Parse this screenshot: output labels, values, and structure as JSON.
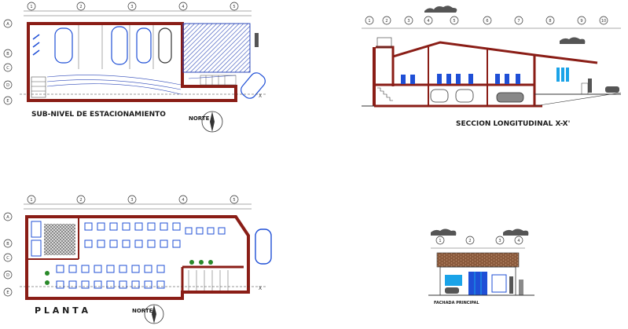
{
  "drawing": {
    "parking_title": "SUB-NIVEL DE ESTACIONAMIENTO",
    "section_title": "SECCION LONGITUDINAL X-X'",
    "plan_title": "P L A N T A",
    "facade_title": "FACHADA PRINCIPAL",
    "north_label": "NORTE",
    "section_marker": "X",
    "row_markers": [
      "A",
      "B",
      "C",
      "D",
      "E"
    ],
    "col_markers": [
      "1",
      "2",
      "3",
      "4",
      "5",
      "6",
      "7",
      "8",
      "9",
      "10"
    ]
  },
  "colors": {
    "wall": "#8a1d16",
    "furniture": "#1f4fd6",
    "ink": "#333333",
    "hatch": "#2d48b8",
    "glass": "#1aa3e8",
    "brick": "#8a5a3c"
  }
}
